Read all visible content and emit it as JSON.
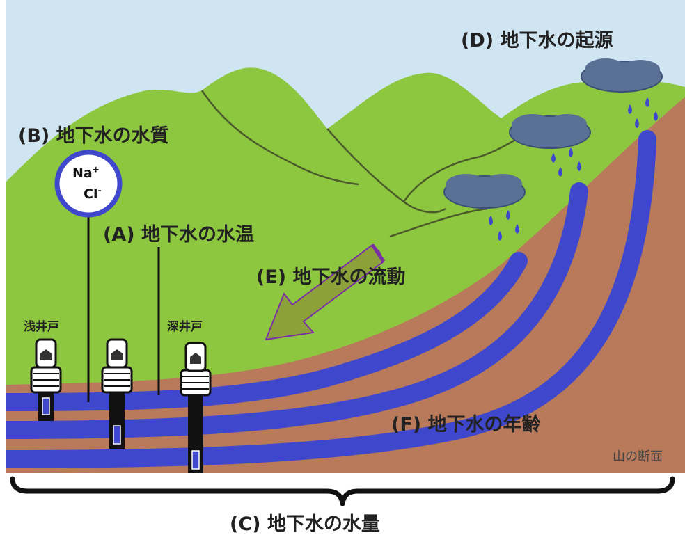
{
  "labels": {
    "water_temp": "(A) 地下水の水温",
    "water_quality": "(B) 地下水の水質",
    "water_quantity": "(C) 地下水の水量",
    "origin": "(D) 地下水の起源",
    "flow": "(E) 地下水の流動",
    "age": "(F) 地下水の年齢",
    "shallow_well": "浅井戸",
    "deep_well": "深井戸",
    "cross_section": "山の断面"
  },
  "ions": {
    "na": "Na",
    "na_charge": "+",
    "cl": "Cl",
    "cl_charge": "-"
  },
  "colors": {
    "sky": "#cfe6f2",
    "mountain": "#8dc63f",
    "soil": "#b87a5a",
    "aquifer": "#3f48cc",
    "cloud": "#5b7095",
    "rain": "#3f48cc",
    "arrow": "#8c9a3a",
    "arrow_border": "#7b2fa5"
  }
}
